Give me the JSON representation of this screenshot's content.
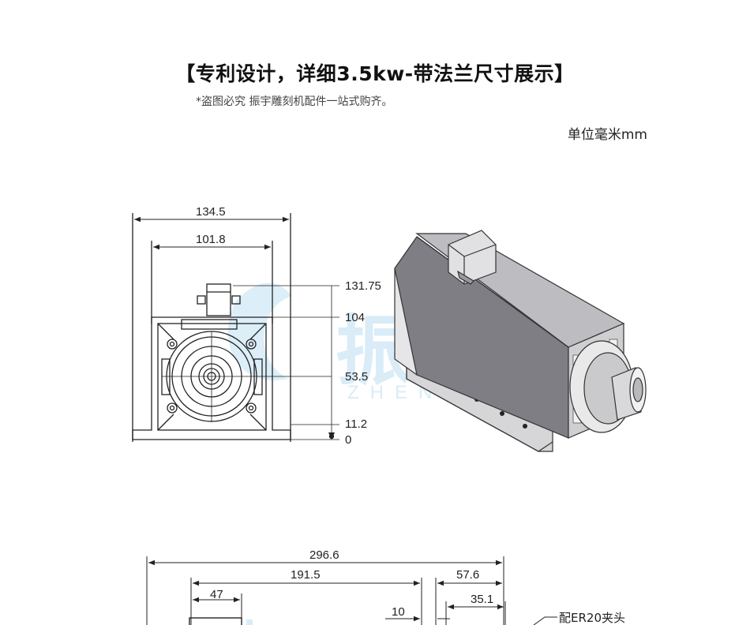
{
  "header": {
    "title": "【专利设计，详细3.5kw-带法兰尺寸展示】",
    "subtitle": "*盗图必究 振宇雕刻机配件一站式购齐。",
    "unit_label": "单位毫米mm"
  },
  "watermark": {
    "brand_text": "振宇",
    "brand_pinyin": "ZHEN YU",
    "registered_mark": "®"
  },
  "front_view": {
    "width_outer": "134.5",
    "width_inner": "101.8",
    "height_top": "131.75",
    "height_body": "104",
    "height_center": "53.5",
    "height_base": "11.2",
    "height_zero": "0"
  },
  "side_view": {
    "length_total": "296.6",
    "length_body": "191.5",
    "length_shaft": "57.6",
    "length_box": "47",
    "length_collet": "35.1",
    "length_small": "10",
    "collet_note": "配ER20夹头"
  },
  "colors": {
    "line": "#222222",
    "motor_dark": "#7d7d82",
    "motor_light": "#c9c9cc",
    "watermark": "#cfe6f5"
  }
}
